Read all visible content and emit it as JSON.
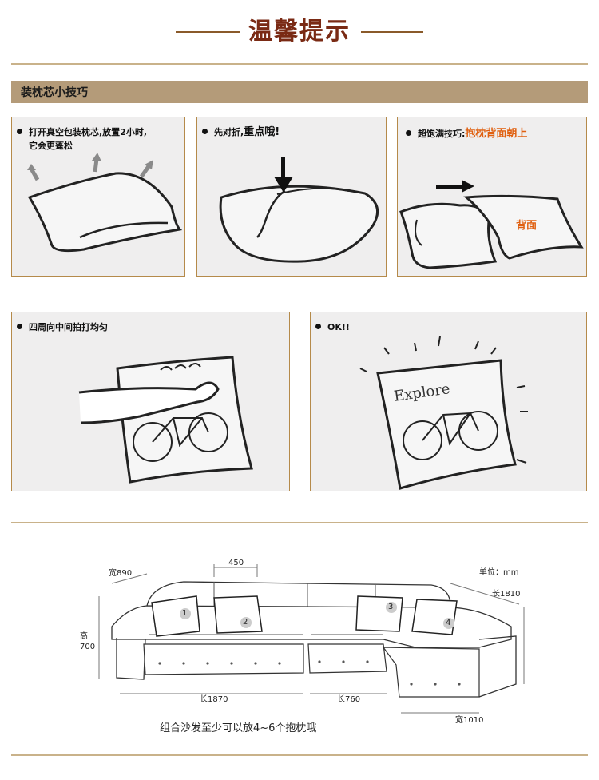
{
  "header": {
    "title": "温馨提示"
  },
  "section": {
    "title": "装枕芯小技巧"
  },
  "tips": [
    {
      "line1": "打开真空包装枕芯,放置2小时,",
      "line2": "它会更蓬松"
    },
    {
      "prefix": "先对折,",
      "emph": "重点哦!"
    },
    {
      "prefix": "超饱满技巧:",
      "emph": "抱枕背面朝上",
      "label": "背面"
    },
    {
      "text": "四周向中间拍打均匀"
    },
    {
      "text": "OK!!",
      "pillow_text": "Explore"
    }
  ],
  "sofa": {
    "unit": "单位：mm",
    "width_left": "宽890",
    "cushion_width": "450",
    "height": "高\n700",
    "length_right": "长1810",
    "length_1870": "长1870",
    "length_760": "长760",
    "width_1010": "宽1010",
    "pillow_numbers": [
      "1",
      "2",
      "3",
      "4"
    ],
    "caption": "组合沙发至少可以放4~6个抱枕哦"
  },
  "colors": {
    "title": "#7a2a14",
    "bar": "#b49b79",
    "panel_border": "#b58a4a",
    "accent": "#e06010"
  }
}
